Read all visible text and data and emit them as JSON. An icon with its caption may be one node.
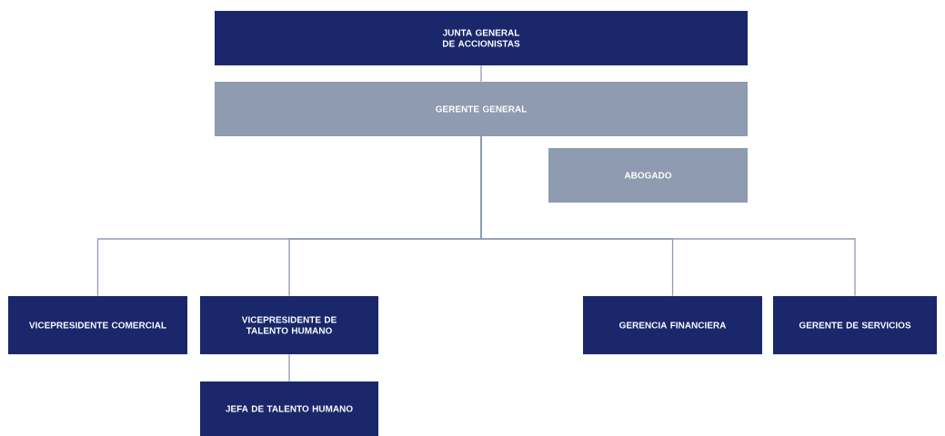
{
  "diagram": {
    "nodes": [
      {
        "text": [
          "JUNTA GENERAL DE ACCIONISTAS"
        ]
      },
      {
        "text": [
          "GERENTE GENERAL"
        ]
      },
      {
        "text": [
          "ABOGADO"
        ]
      },
      {
        "text": [
          "VICEPRESIDENTE COMERCIAL"
        ]
      },
      {
        "text": [
          "VICEPRESIDENTE DE TALENTO HUMANO"
        ]
      },
      {
        "text": [
          "GERENCIA FINANCIERA"
        ]
      },
      {
        "text": [
          "GERENTE DE SERVICIOS"
        ]
      },
      {
        "text": [
          "JEFA DE TALENTO HUMANO"
        ]
      }
    ],
    "edges": [
      {
        "from": 0,
        "to": 1,
        "arrow": "none"
      },
      {
        "from": 1,
        "to": 3,
        "arrow": "none"
      },
      {
        "from": 1,
        "to": 4,
        "arrow": "none"
      },
      {
        "from": 1,
        "to": 5,
        "arrow": "none"
      },
      {
        "from": 1,
        "to": 6,
        "arrow": "none"
      },
      {
        "from": 4,
        "to": 7,
        "arrow": "none"
      }
    ]
  }
}
